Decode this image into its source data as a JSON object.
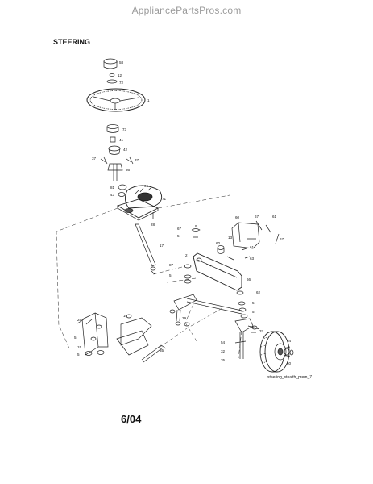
{
  "site_name": "AppliancePartsPros.com",
  "section_title": "STEERING",
  "diagram_file_label": "steering_stealth_prem_7",
  "date_code": "6/04",
  "part_callouts": [
    "58",
    "12",
    "72",
    "1",
    "73",
    "41",
    "42",
    "37",
    "37",
    "36",
    "81",
    "43",
    "66",
    "71",
    "28",
    "17",
    "67",
    "5",
    "9",
    "2",
    "60",
    "13",
    "60",
    "61",
    "67",
    "87",
    "63",
    "5",
    "66",
    "61",
    "67",
    "62",
    "5",
    "5",
    "54",
    "32",
    "35",
    "39",
    "25",
    "16",
    "5",
    "15",
    "5",
    "35",
    "37",
    "64",
    "60"
  ]
}
